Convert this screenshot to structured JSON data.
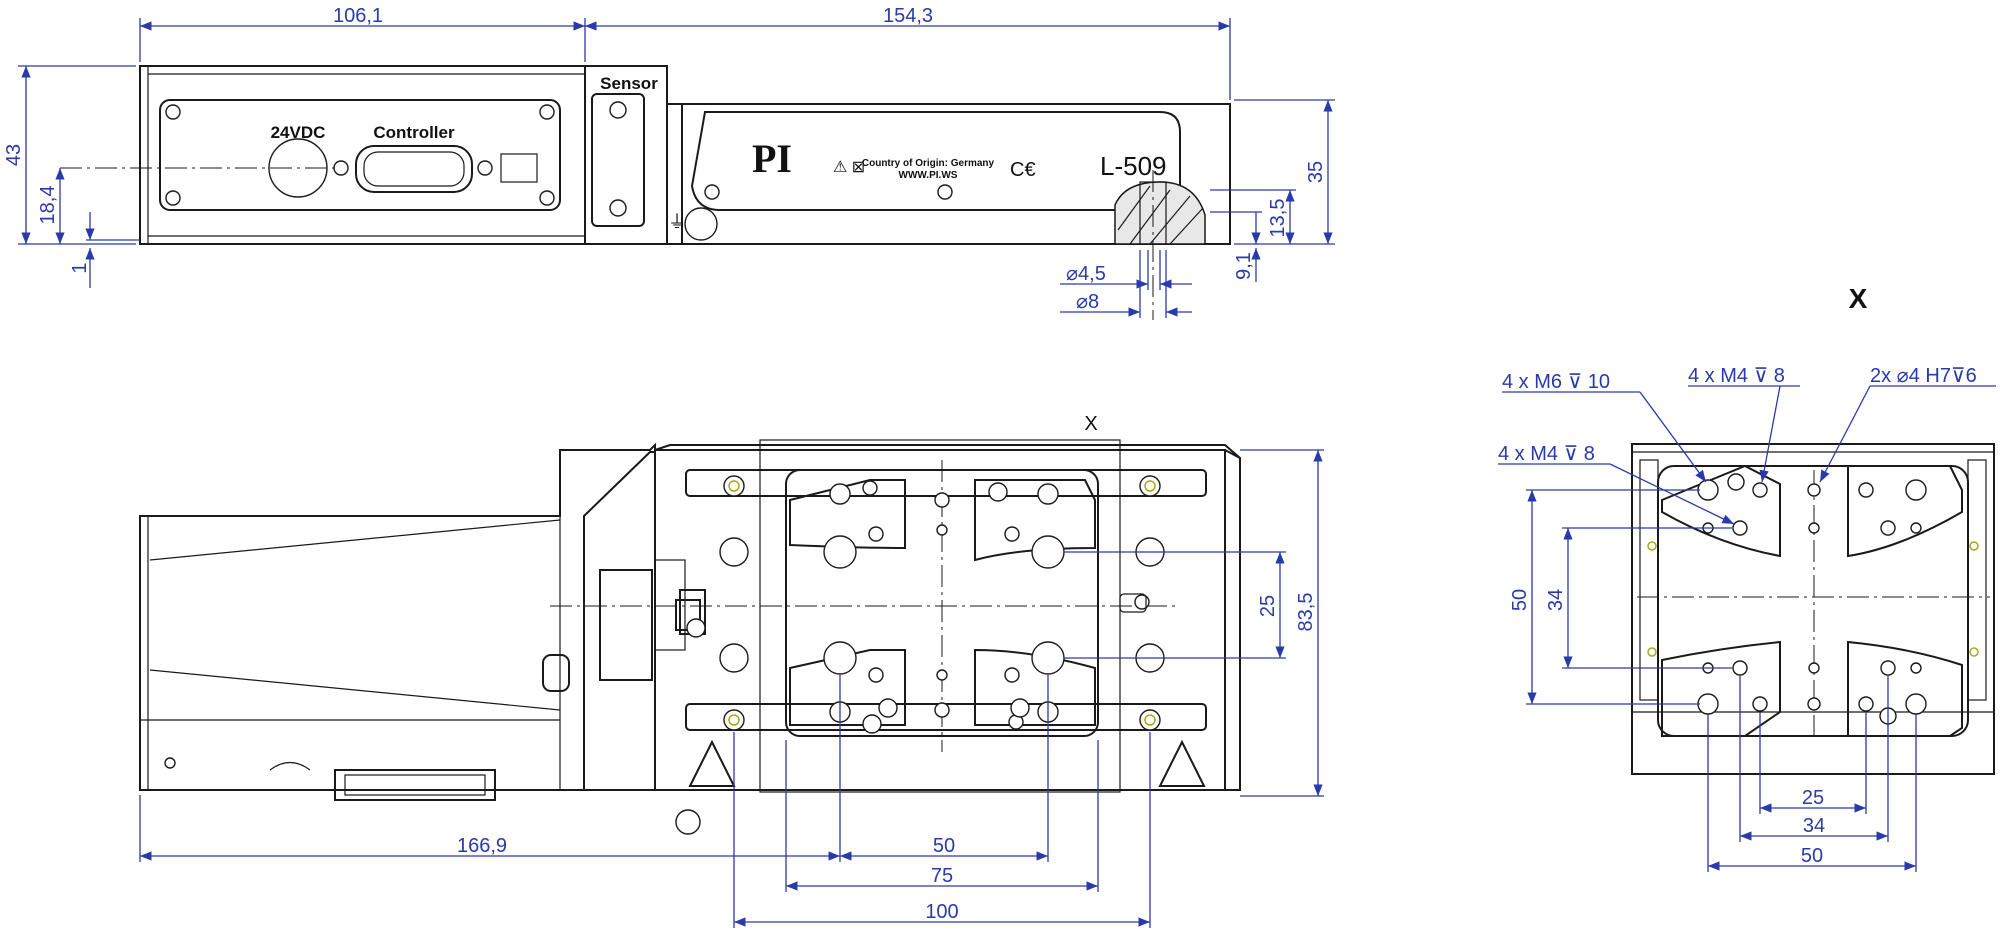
{
  "side_view": {
    "labels": {
      "sensor": "Sensor",
      "power": "24VDC",
      "controller": "Controller",
      "logo": "PI",
      "model": "L-509",
      "origin_line1": "Country of Origin: Germany",
      "origin_line2": "WWW.PI.WS"
    },
    "dims": {
      "len_1": "106,1",
      "len_2": "154,3",
      "height_total": "43",
      "height_conn": "18,4",
      "offset_1": "1",
      "height_35": "35",
      "height_13_5": "13,5",
      "height_9_1": "9,1",
      "dia_4_5": "⌀4,5",
      "dia_8": "⌀8"
    }
  },
  "top_view": {
    "view_marker": "X",
    "dims": {
      "len_166_9": "166,9",
      "pitch_50": "50",
      "pitch_75": "75",
      "pitch_100": "100",
      "pitch_25": "25",
      "width_83_5": "83,5"
    }
  },
  "detail_x": {
    "title": "X",
    "callouts": {
      "m6": "4 x M6 ⊽ 10",
      "m4_top": "4 x M4 ⊽ 8",
      "pins": "2x ⌀4 H7⊽6",
      "m4_left": "4 x M4 ⊽ 8"
    },
    "dims": {
      "v_50": "50",
      "v_34": "34",
      "h_25": "25",
      "h_34": "34",
      "h_50": "50"
    }
  }
}
